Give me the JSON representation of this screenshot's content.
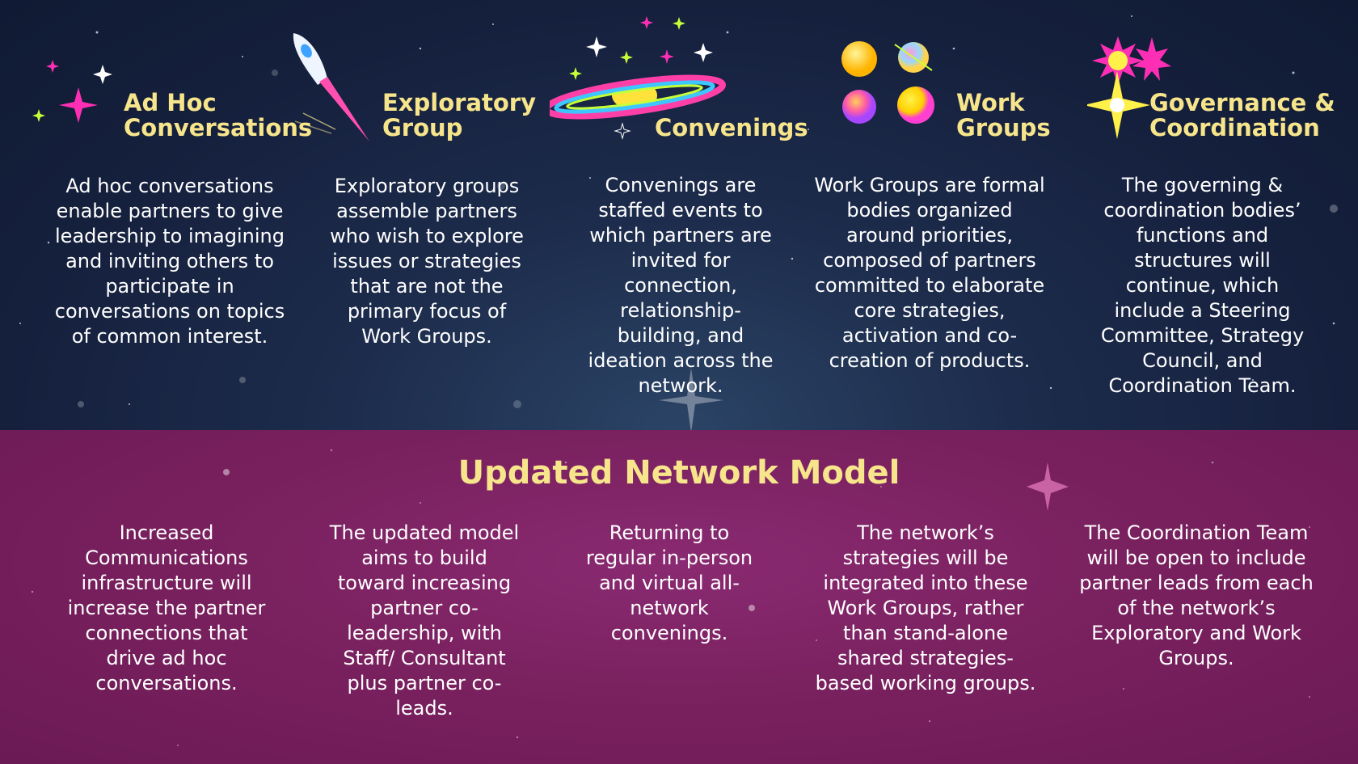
{
  "colors": {
    "top_bg": "#15203d",
    "bottom_bg": "#7a215f",
    "title": "#f7e58b",
    "text": "#ffffff",
    "accent_pink": "#ff2fb5",
    "accent_yellow": "#fff04a"
  },
  "columns": [
    {
      "title_line1": "Ad Hoc",
      "title_line2": "Conversations",
      "icon": "sparkle-stars-icon",
      "description": "Ad hoc conversations enable partners to give leadership to imagining and inviting others to participate in conversations on topics of common interest.",
      "updated": "Increased Communications infrastructure will increase the partner connections that drive ad hoc conversations."
    },
    {
      "title_line1": "Exploratory",
      "title_line2": "Group",
      "icon": "rocket-icon",
      "description": "Exploratory groups assemble partners who wish to explore issues or strategies that are not the primary focus of Work Groups.",
      "updated": "The updated model aims to build toward increasing partner co-leadership, with Staff/ Consultant plus partner co-leads."
    },
    {
      "title_line1": "",
      "title_line2": "Convenings",
      "icon": "ringed-planet-icon",
      "description": "Convenings are staffed events to which partners are invited for connection, relationship-building, and ideation across the network.",
      "updated": "Returning to regular in-person and virtual all-network convenings."
    },
    {
      "title_line1": "Work",
      "title_line2": "Groups",
      "icon": "planets-cluster-icon",
      "description": "Work Groups are formal bodies organized around priorities, composed of partners committed to elaborate core strategies, activation and co-creation of products.",
      "updated": "The network’s strategies will be integrated into these Work Groups, rather than stand-alone shared strategies-based working groups."
    },
    {
      "title_line1": "Governance &",
      "title_line2": "Coordination",
      "icon": "starburst-icon",
      "description": "The governing & coordination bodies’ functions and structures will continue, which include a Steering Committee, Strategy Council, and Coordination Team.",
      "updated": "The Coordination Team will be open to include partner leads from each of the network’s Exploratory and Work Groups."
    }
  ],
  "updated_title": "Updated Network Model"
}
